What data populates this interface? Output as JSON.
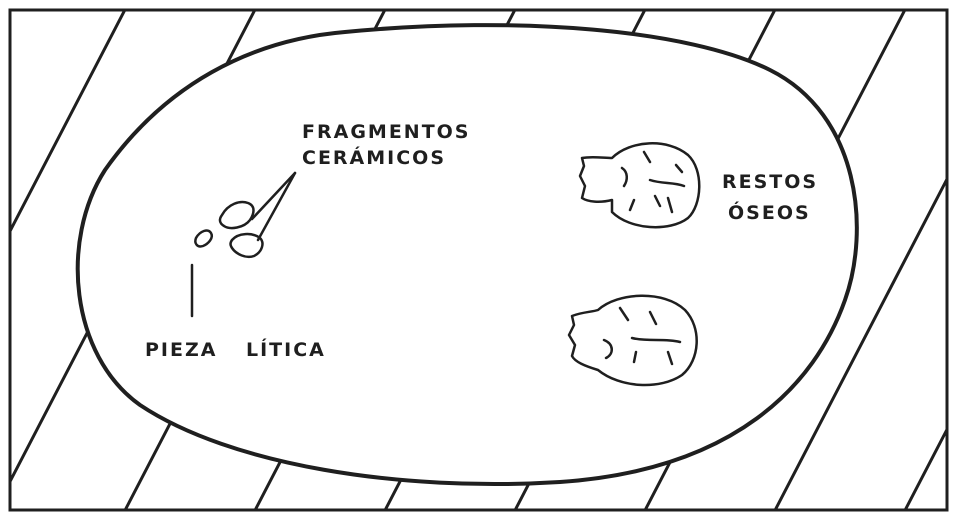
{
  "labels": {
    "fragmentos_line1": "FRAGMENTOS",
    "fragmentos_line2": "CERÁMICOS",
    "restos_line1": "RESTOS",
    "restos_line2": "ÓSEOS",
    "pieza": "PIEZA",
    "litica": "LÍTICA"
  },
  "colors": {
    "ink": "#1f1f1f",
    "background": "#ffffff"
  }
}
